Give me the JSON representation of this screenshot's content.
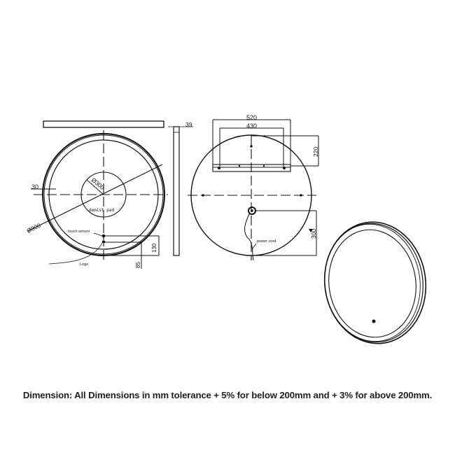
{
  "front_view": {
    "diameter_label": "Ø800",
    "inner_circle_label": "Ø300",
    "inner_circle_text": "demist pad",
    "frame_width_label": "30",
    "touch_sensor_label": "touch sensor",
    "logo_label": "Logo",
    "dim_130": "130",
    "dim_85": "85"
  },
  "side_view": {
    "depth_label": "39"
  },
  "rear_view": {
    "bracket_outer_label": "520",
    "bracket_inner_label": "430",
    "bracket_height_label": "220",
    "cord_height_label": "300",
    "power_cord_label": "power cord"
  },
  "caption": "Dimension: All Dimensions in mm tolerance + 5% for below 200mm and + 3% for above 200mm."
}
